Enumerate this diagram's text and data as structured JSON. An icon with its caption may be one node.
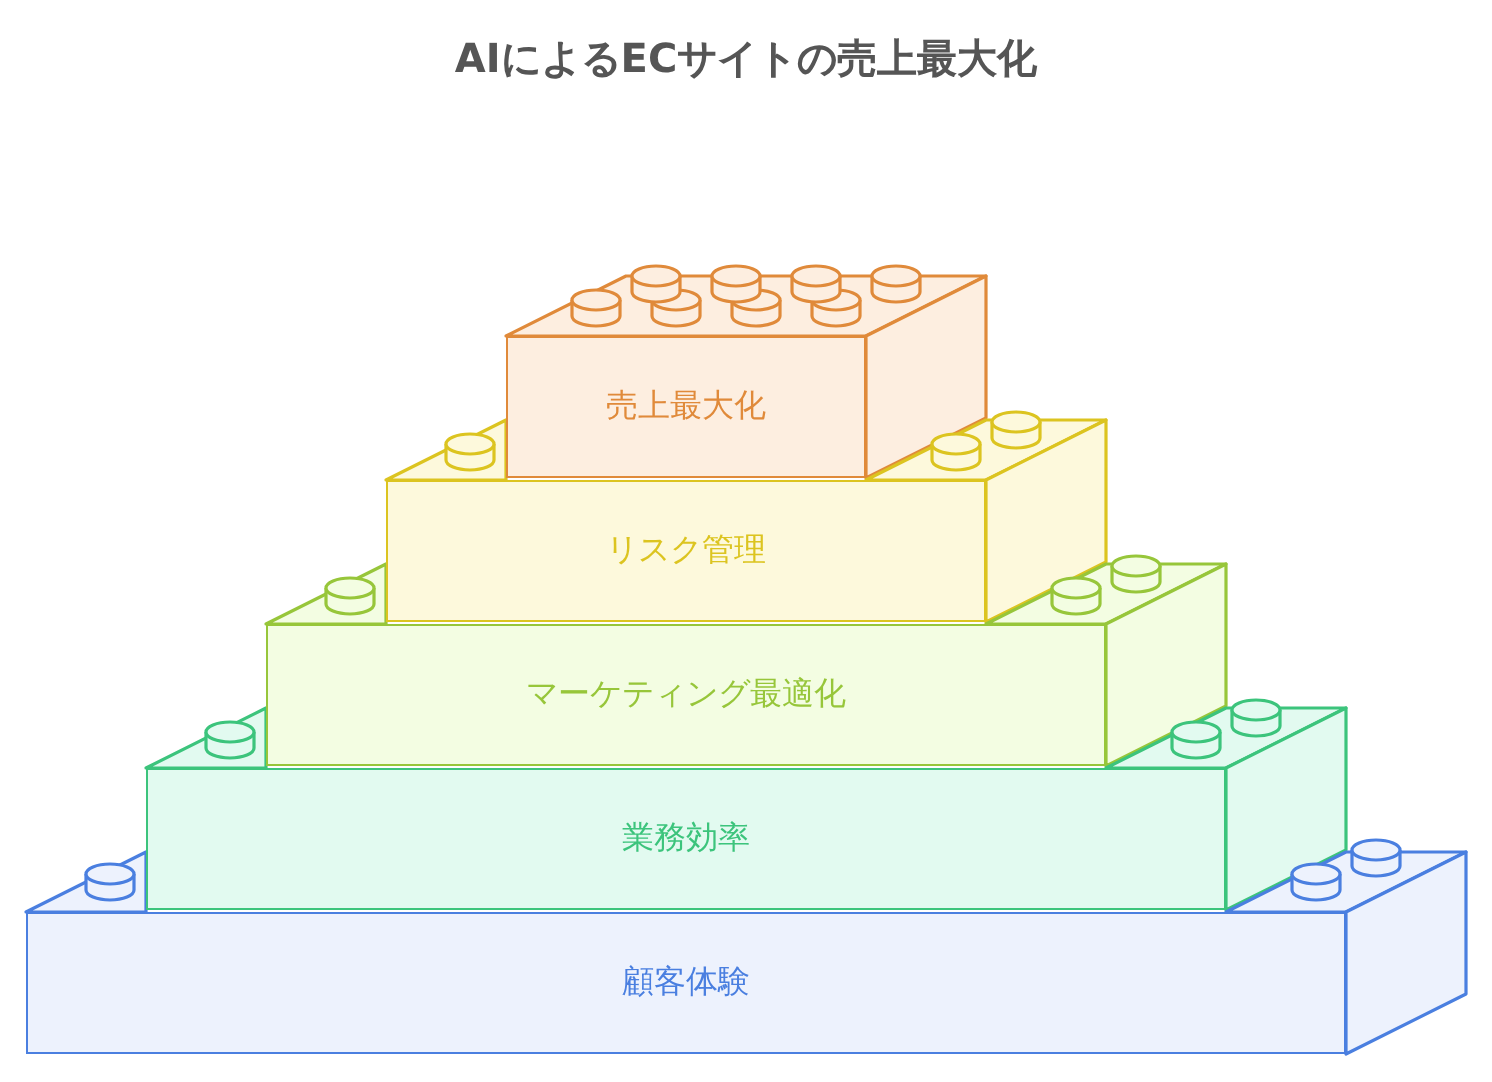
{
  "diagram": {
    "title": "AIによるECサイトの売上最大化",
    "nodes": [
      {
        "text": [
          "売上最大化"
        ]
      },
      {
        "text": [
          "リスク管理"
        ]
      },
      {
        "text": [
          "マーケティング最適化"
        ]
      },
      {
        "text": [
          "業務効率"
        ]
      },
      {
        "text": [
          "顧客体験"
        ]
      }
    ]
  }
}
